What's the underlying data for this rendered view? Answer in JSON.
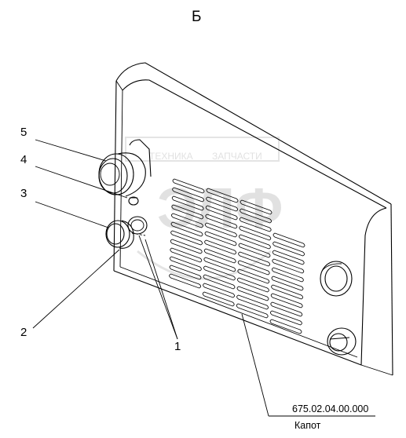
{
  "view_label": "Б",
  "callouts": [
    {
      "id": "5",
      "text": "5"
    },
    {
      "id": "4",
      "text": "4"
    },
    {
      "id": "3",
      "text": "3"
    },
    {
      "id": "2",
      "text": "2"
    },
    {
      "id": "1",
      "text": "1"
    }
  ],
  "title_block": {
    "part_number": "675.02.04.00.000",
    "part_name": "Капот"
  },
  "watermark": {
    "line1": "ТЕХНИКА",
    "line2": "ЗАПЧАСТИ",
    "logo": "ЭЛФ"
  }
}
